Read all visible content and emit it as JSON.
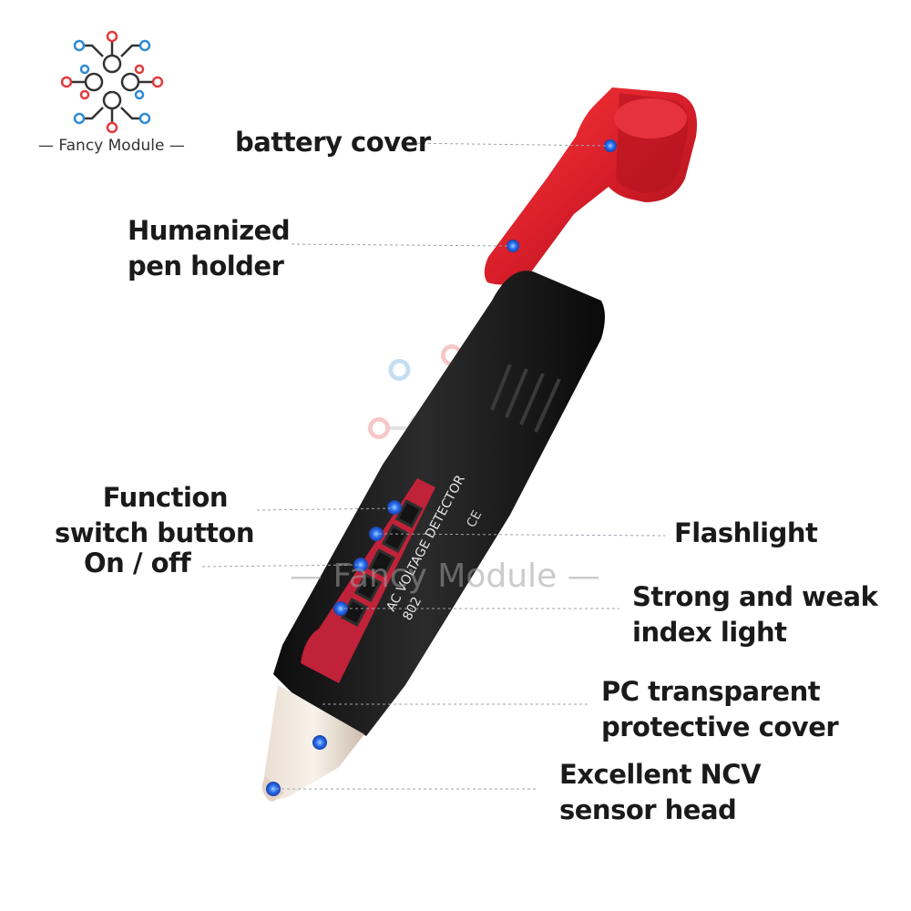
{
  "brand": {
    "name": "— Fancy Module —"
  },
  "watermark": {
    "text": "— Fancy Module —"
  },
  "device": {
    "body_text": "AC VOLTAGE DETECTOR",
    "model": "802",
    "marks": "CE"
  },
  "labels": {
    "battery_cover": "battery cover",
    "pen_holder": [
      "Humanized",
      "pen holder"
    ],
    "function_button": [
      "Function",
      "switch button"
    ],
    "on_off": "On / off",
    "flashlight": "Flashlight",
    "index_light": [
      "Strong and weak",
      "index light"
    ],
    "protective_cover": [
      "PC transparent",
      "protective cover"
    ],
    "sensor_head": [
      "Excellent NCV",
      "sensor head"
    ]
  },
  "colors": {
    "cover_red": "#d81e2a",
    "body_black": "#1c1c1c",
    "panel_red": "#c0223a",
    "indicator_blue": "#2a5fe0",
    "leader_line": "#9aa3ad"
  }
}
